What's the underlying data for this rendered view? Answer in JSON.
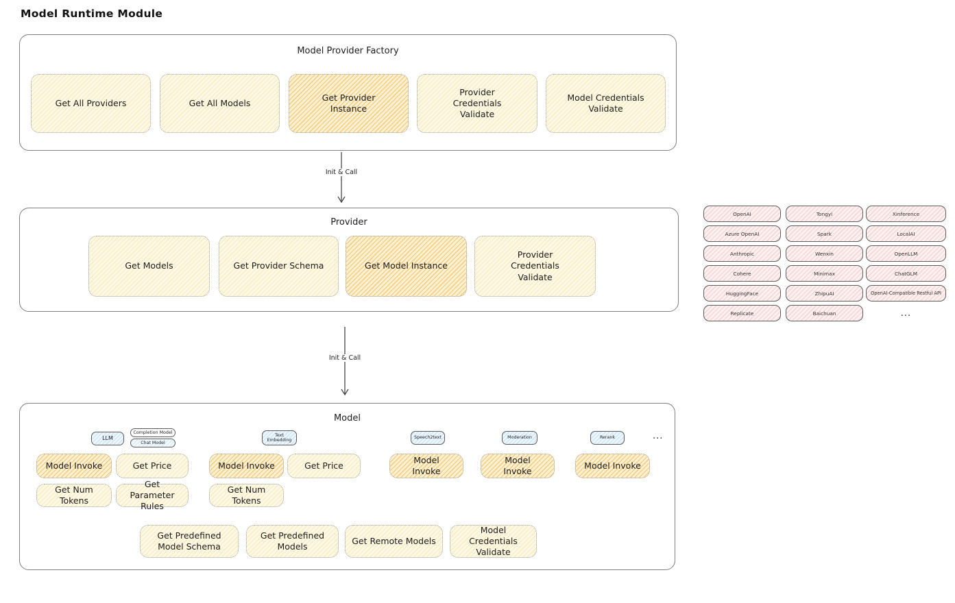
{
  "page": {
    "title": "Model Runtime Module"
  },
  "flow": {
    "arrow1_label": "Init & Call",
    "arrow2_label": "Init & Call"
  },
  "factory": {
    "title": "Model Provider Factory",
    "buttons": [
      {
        "label": "Get All Providers"
      },
      {
        "label": "Get All Models"
      },
      {
        "label": "Get Provider Instance"
      },
      {
        "label": "Provider Credentials Validate"
      },
      {
        "label": "Model Credentials Validate"
      }
    ]
  },
  "provider": {
    "title": "Provider",
    "buttons": [
      {
        "label": "Get Models"
      },
      {
        "label": "Get Provider Schema"
      },
      {
        "label": "Get Model Instance"
      },
      {
        "label": "Provider Credentials Validate"
      }
    ]
  },
  "providers_list": {
    "items": [
      "OpenAI",
      "Tongyi",
      "Xinference",
      "Azure OpenAI",
      "Spark",
      "LocalAI",
      "Anthropic",
      "Wenxin",
      "OpenLLM",
      "Cohere",
      "Minimax",
      "ChatGLM",
      "HuggingFace",
      "ZhipuAI",
      "OpenAI-Compatible Restful API",
      "Replicate",
      "Baichuan"
    ],
    "ellipsis": "..."
  },
  "model": {
    "title": "Model",
    "tags": {
      "llm": "LLM",
      "completion_model": "Completion Model",
      "chat_model": "Chat Model",
      "text_embedding": "Text Embedding",
      "speech2text": "Speech2text",
      "moderation": "Moderation",
      "rerank": "Rerank",
      "ellipsis": "..."
    },
    "llm": {
      "invoke": "Model Invoke",
      "get_price": "Get Price",
      "get_num_tokens": "Get Num Tokens",
      "get_parameter_rules": "Get Parameter Rules"
    },
    "text_embedding": {
      "invoke": "Model Invoke",
      "get_price": "Get Price",
      "get_num_tokens": "Get Num Tokens"
    },
    "speech2text": {
      "invoke": "Model Invoke"
    },
    "moderation": {
      "invoke": "Model Invoke"
    },
    "rerank": {
      "invoke": "Model Invoke"
    },
    "bottom_buttons": [
      {
        "label": "Get Predefined Model Schema"
      },
      {
        "label": "Get Predefined Models"
      },
      {
        "label": "Get Remote Models"
      },
      {
        "label": "Model Credentials Validate"
      }
    ]
  },
  "colors": {
    "highlight_orange": "#f5cf85",
    "cream": "#fdf6dd",
    "pink": "#fbe4e4",
    "blue": "#d6eafa",
    "ink": "#1c1c1c"
  }
}
